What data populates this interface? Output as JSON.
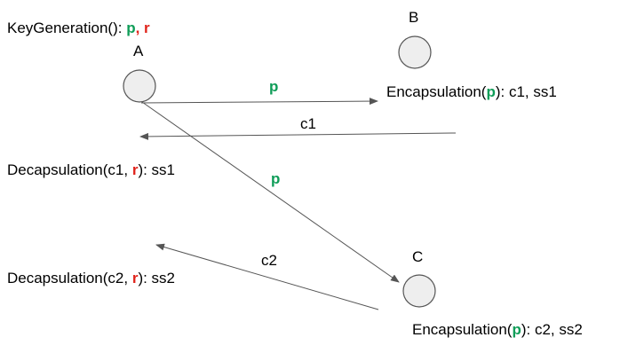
{
  "colors": {
    "public_key": "#0f9d58",
    "secret_key": "#e0241c",
    "node_fill": "#eeeeee",
    "node_stroke": "#555555",
    "arrow": "#555555"
  },
  "nodes": {
    "a": {
      "label": "A"
    },
    "b": {
      "label": "B"
    },
    "c": {
      "label": "C"
    }
  },
  "keygen": {
    "prefix": "KeyGeneration(): ",
    "p": "p",
    "sep": ", ",
    "r": "r"
  },
  "encap_b": {
    "prefix": "Encapsulation(",
    "p": "p",
    "suffix": "): c1, ss1"
  },
  "encap_c": {
    "prefix": "Encapsulation(",
    "p": "p",
    "suffix": "): c2, ss2"
  },
  "decap1": {
    "prefix": "Decapsulation(c1, ",
    "r": "r",
    "suffix": "): ss1"
  },
  "decap2": {
    "prefix": "Decapsulation(c2, ",
    "r": "r",
    "suffix": "): ss2"
  },
  "arrows": {
    "a_to_b": "p",
    "b_to_a": "c1",
    "a_to_c": "p",
    "c_to_a": "c2"
  }
}
